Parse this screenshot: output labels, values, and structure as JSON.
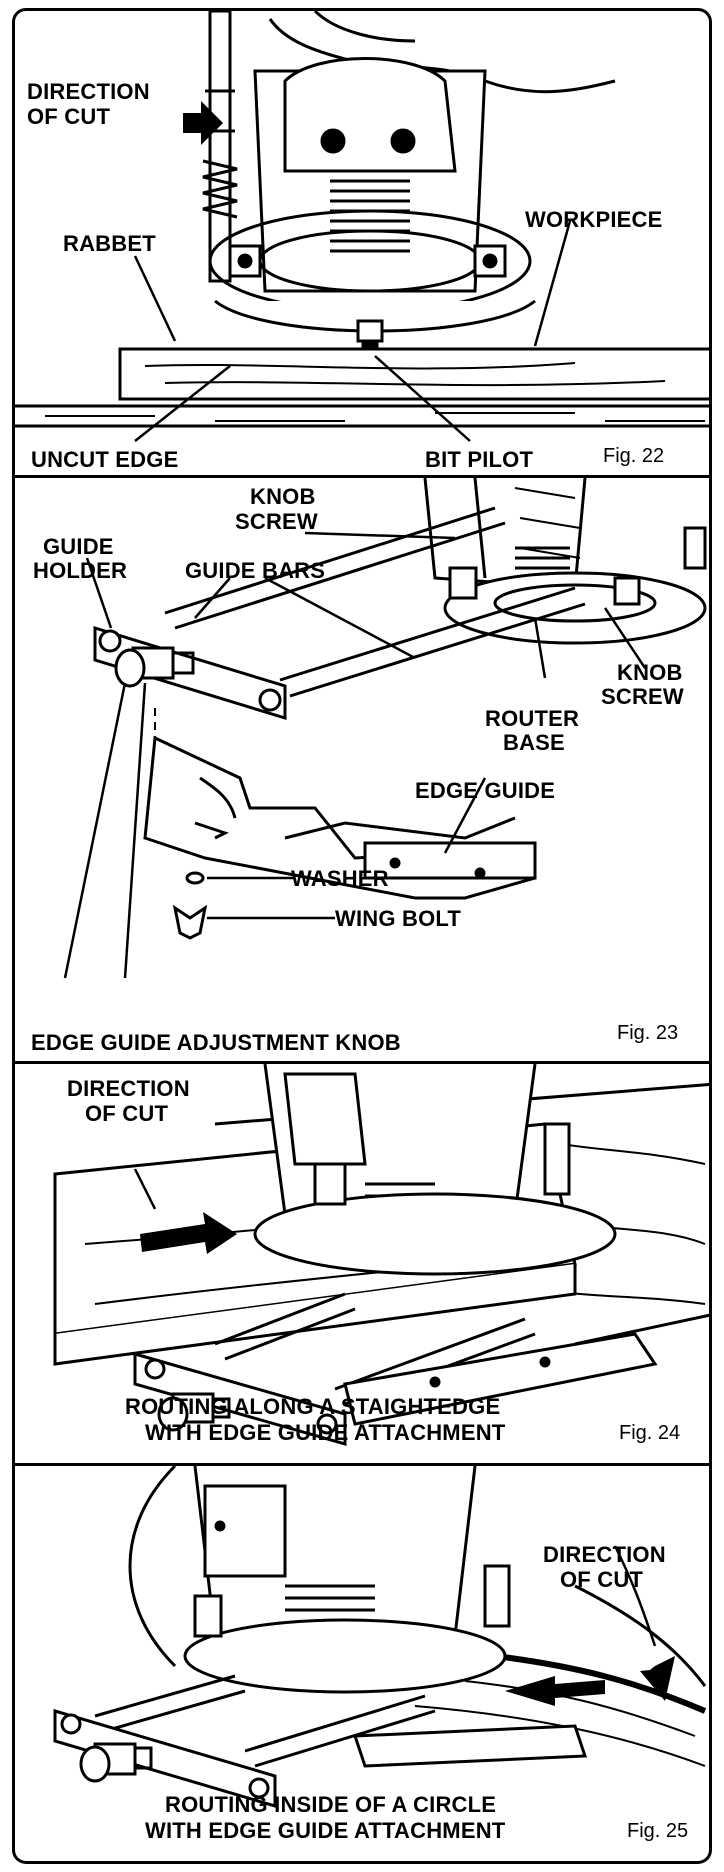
{
  "figures": [
    {
      "fig_label": "Fig. 22",
      "labels": {
        "direction_of_cut": [
          "DIRECTION",
          "OF CUT"
        ],
        "rabbet": "RABBET",
        "workpiece": "WORKPIECE",
        "uncut_edge": "UNCUT EDGE",
        "bit_pilot": "BIT PILOT"
      }
    },
    {
      "fig_label": "Fig. 23",
      "labels": {
        "knob_screw_top": [
          "KNOB",
          "SCREW"
        ],
        "guide_holder": [
          "GUIDE",
          "HOLDER"
        ],
        "guide_bars": "GUIDE BARS",
        "knob_screw_right": [
          "KNOB",
          "SCREW"
        ],
        "router_base": [
          "ROUTER",
          "BASE"
        ],
        "edge_guide": "EDGE GUIDE",
        "washer": "WASHER",
        "wing_bolt": "WING BOLT",
        "adjustment_knob": "EDGE GUIDE ADJUSTMENT KNOB"
      }
    },
    {
      "fig_label": "Fig. 24",
      "labels": {
        "direction_of_cut": [
          "DIRECTION",
          "OF CUT"
        ],
        "caption": [
          "ROUTING ALONG A STAIGHTEDGE",
          "WITH EDGE GUIDE ATTACHMENT"
        ]
      }
    },
    {
      "fig_label": "Fig. 25",
      "labels": {
        "direction_of_cut": [
          "DIRECTION",
          "OF CUT"
        ],
        "caption": [
          "ROUTING INSIDE OF A CIRCLE",
          "WITH EDGE GUIDE ATTACHMENT"
        ]
      }
    }
  ],
  "colors": {
    "ink": "#000000",
    "paper": "#ffffff"
  }
}
